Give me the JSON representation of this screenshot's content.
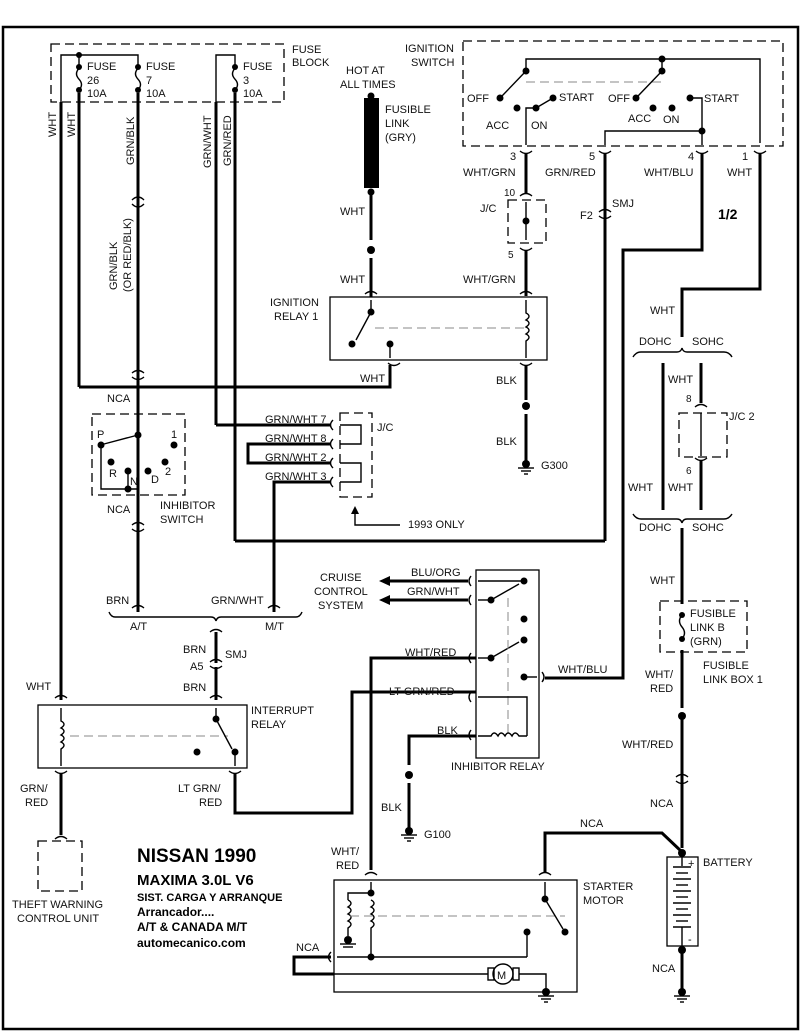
{
  "title_block": {
    "make_year": "NISSAN 1990",
    "model": "MAXIMA  3.0L  V6",
    "system": "SIST. CARGA Y ARRANQUE",
    "circuit": "Arrancador....",
    "variant": "A/T & CANADA M/T",
    "source": "automecanico.com"
  },
  "page_indicator": "1/2",
  "fuse_block": {
    "label_line1": "FUSE",
    "label_line2": "BLOCK",
    "fuses": [
      {
        "label": "FUSE",
        "number": "26",
        "rating": "10A"
      },
      {
        "label": "FUSE",
        "number": "7",
        "rating": "10A"
      },
      {
        "label": "FUSE",
        "number": "3",
        "rating": "10A"
      }
    ]
  },
  "hot_at_all_times": {
    "line1": "HOT AT",
    "line2": "ALL TIMES"
  },
  "fusible_link": {
    "line1": "FUSIBLE",
    "line2": "LINK",
    "line3": "(GRY)"
  },
  "ignition_switch": {
    "label_line1": "IGNITION",
    "label_line2": "SWITCH",
    "positions_left": [
      "OFF",
      "ACC",
      "ON",
      "START"
    ],
    "positions_right": [
      "OFF",
      "ACC",
      "ON",
      "START"
    ],
    "terminals": [
      "3",
      "5",
      "4",
      "1"
    ]
  },
  "ignition_relay": {
    "line1": "IGNITION",
    "line2": "RELAY 1"
  },
  "jc_top": {
    "label": "J/C",
    "pin_in": "10",
    "pin_out": "5"
  },
  "smj_f2": {
    "connector": "SMJ",
    "pin": "F2"
  },
  "jc_grn": {
    "label": "J/C",
    "note": "1993 ONLY",
    "pins": [
      "GRN/WHT 7",
      "GRN/WHT 8",
      "GRN/WHT 2",
      "GRN/WHT 3"
    ]
  },
  "jc2": {
    "label": "J/C 2",
    "pin_in": "8",
    "pin_out": "6"
  },
  "engine_split": {
    "left": "DOHC",
    "right": "SOHC"
  },
  "inhibitor_switch": {
    "line1": "INHIBITOR",
    "line2": "SWITCH",
    "positions": [
      "P",
      "R",
      "N",
      "D",
      "2",
      "1"
    ]
  },
  "transmission_split": {
    "left": "A/T",
    "right": "M/T"
  },
  "smj_a5": {
    "connector": "SMJ",
    "pin": "A5"
  },
  "interrupt_relay": {
    "line1": "INTERRUPT",
    "line2": "RELAY"
  },
  "cruise_control": {
    "line1": "CRUISE",
    "line2": "CONTROL",
    "line3": "SYSTEM"
  },
  "inhibitor_relay": {
    "label": "INHIBITOR RELAY"
  },
  "fusible_link_b": {
    "line1": "FUSIBLE",
    "line2": "LINK B",
    "line3": "(GRN)",
    "box_line1": "FUSIBLE",
    "box_line2": "LINK BOX 1"
  },
  "theft_warning": {
    "line1": "THEFT WARNING",
    "line2": "CONTROL UNIT"
  },
  "starter_motor": {
    "line1": "STARTER",
    "line2": "MOTOR",
    "motor_symbol": "M"
  },
  "battery": {
    "label": "BATTERY",
    "plus": "+",
    "minus": "-"
  },
  "grounds": {
    "g300": "G300",
    "g100": "G100"
  },
  "wires": {
    "wht": "WHT",
    "grn_blk": "GRN/BLK",
    "grn_blk_alt_1": "GRN/BLK",
    "grn_blk_alt_2": "(OR RED/BLK)",
    "grn_wht": "GRN/WHT",
    "grn_red": "GRN/RED",
    "wht_grn": "WHT/GRN",
    "wht_blu": "WHT/BLU",
    "blk": "BLK",
    "nca": "NCA",
    "brn": "BRN",
    "blu_org": "BLU/ORG",
    "wht_red": "WHT/RED",
    "wht_red_a": "WHT/",
    "wht_red_b": "RED",
    "lt_grn_red": "LT GRN/RED",
    "lt_grn_red_a": "LT GRN/",
    "lt_grn_red_b": "RED",
    "grn_red_a": "GRN/",
    "grn_red_b": "RED"
  }
}
